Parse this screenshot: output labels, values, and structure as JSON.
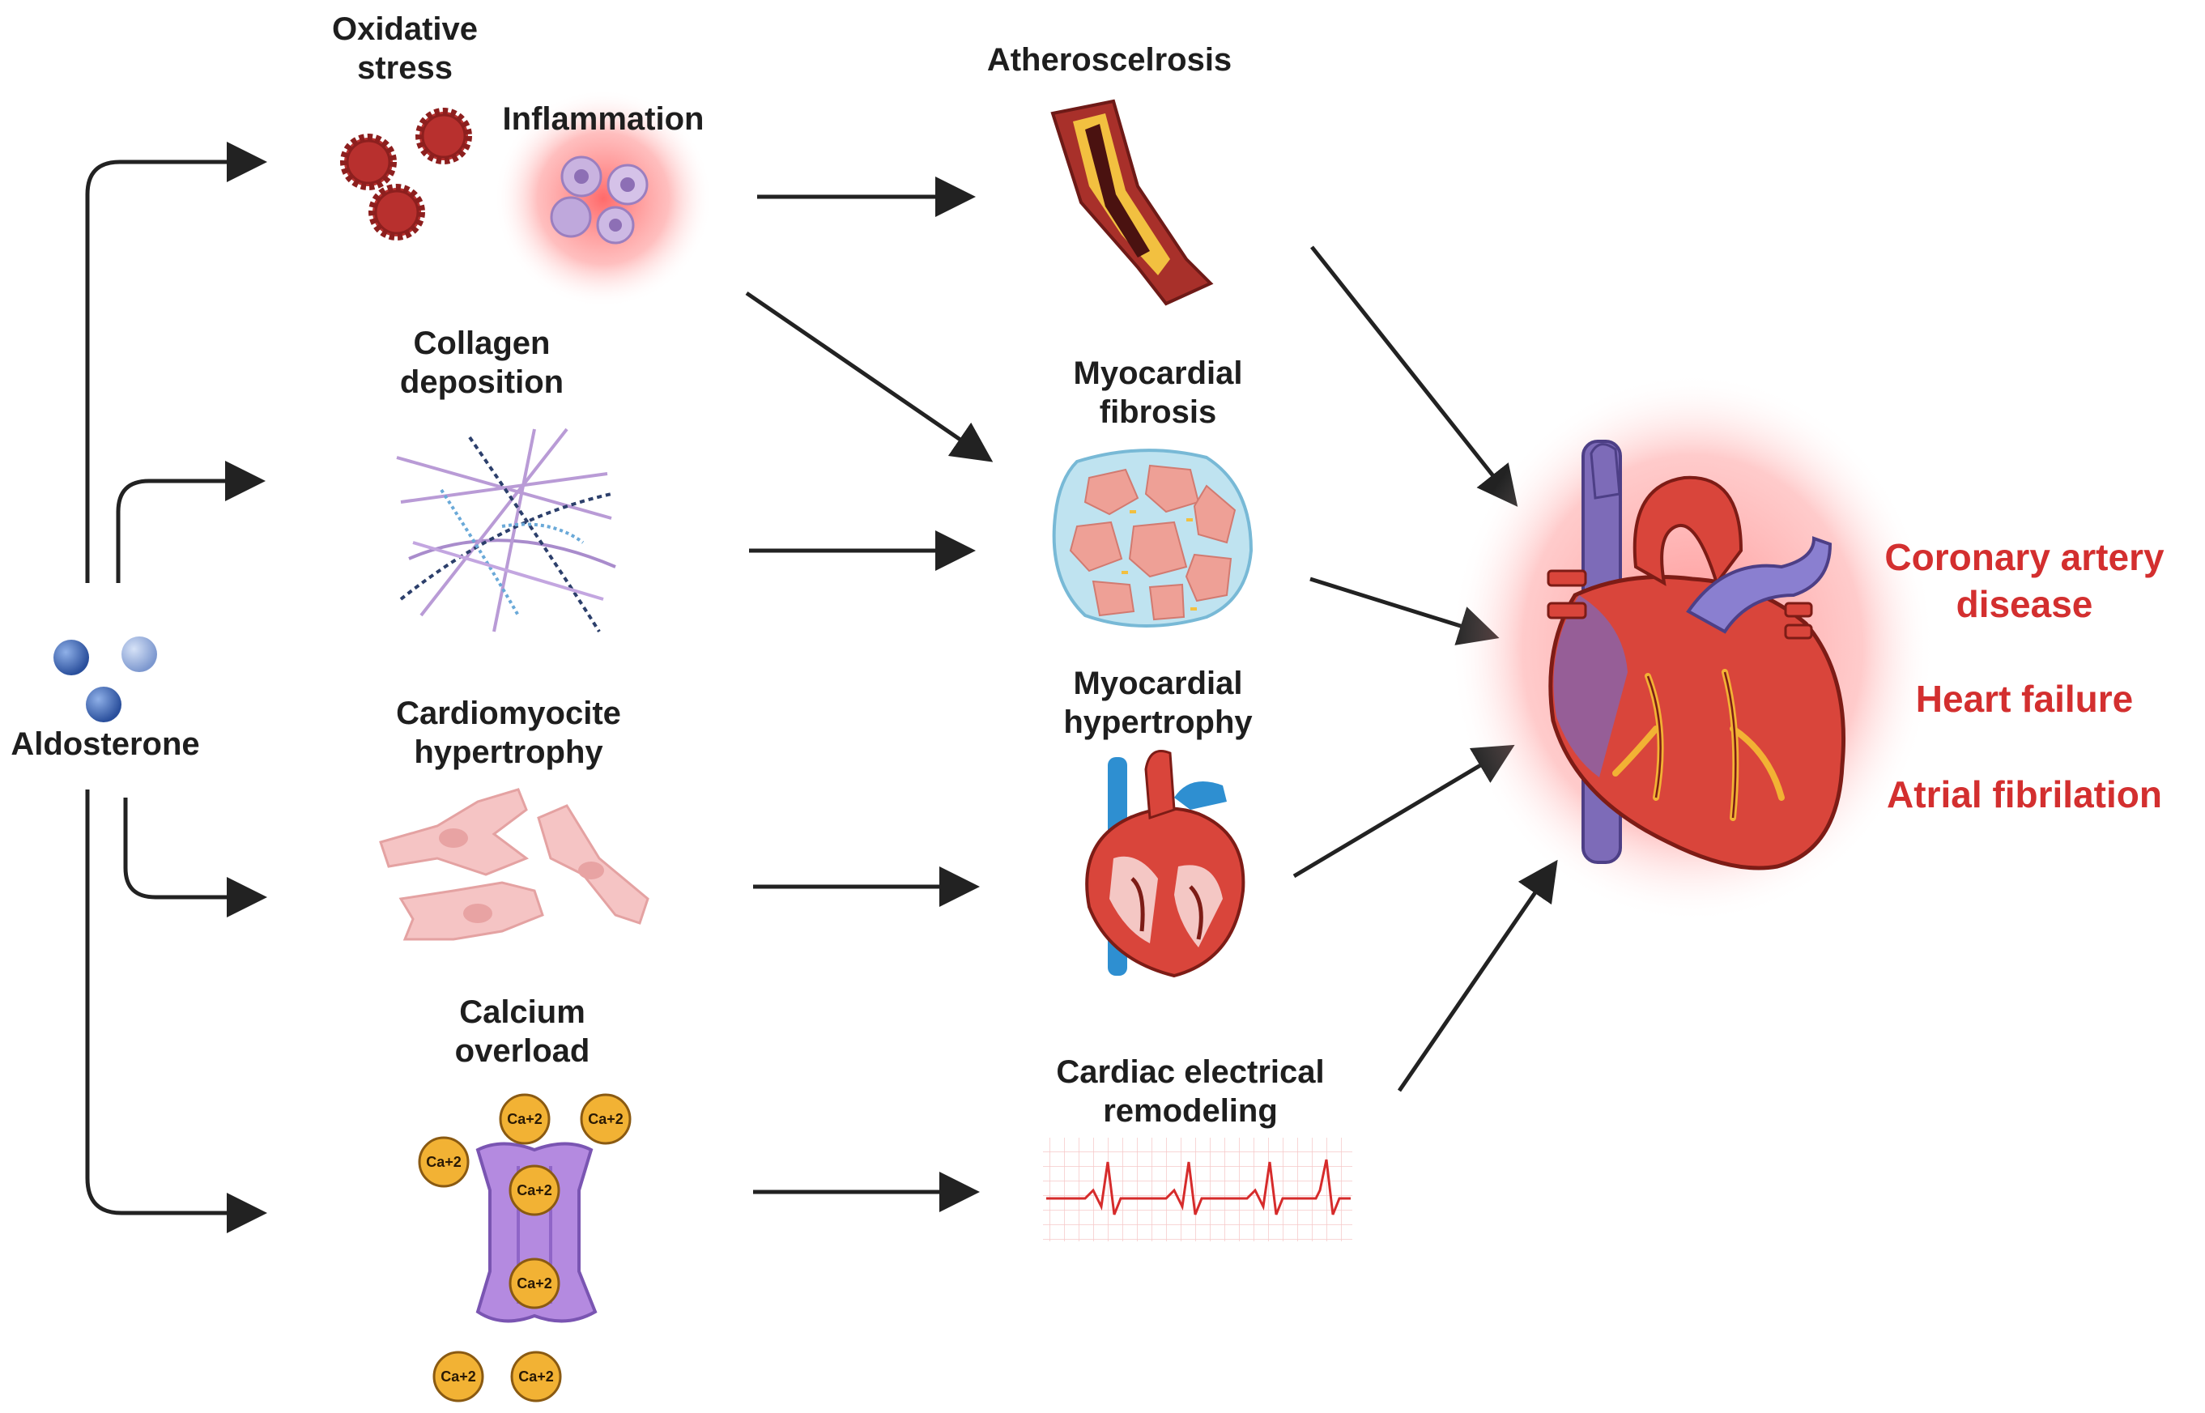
{
  "colors": {
    "arrow": "#222222",
    "outcome_text": "#d32f2f",
    "heart_red": "#e14f45",
    "vessel_purple": "#7d6bb8",
    "vessel_blue": "#2e8fd1",
    "calcium": "#f2b234",
    "channel": "#a878d9",
    "cell_pink": "#f5c4c4",
    "ros_red": "#b8302e"
  },
  "source": {
    "label": "Aldosterone"
  },
  "mechanisms": [
    {
      "id": "oxidative",
      "label": "Oxidative\nstress",
      "icon": "ros-particle-icon"
    },
    {
      "id": "inflammation",
      "label": "Inflammation",
      "icon": "immune-cell-icon"
    },
    {
      "id": "collagen",
      "label": "Collagen\ndeposition",
      "icon": "collagen-fiber-icon"
    },
    {
      "id": "hypertrophy_cell",
      "label": "Cardiomyocite\nhypertrophy",
      "icon": "cardiomyocyte-icon"
    },
    {
      "id": "calcium",
      "label": "Calcium\noverload",
      "icon": "calcium-channel-icon"
    }
  ],
  "calcium_ion": "Ca+2",
  "effects": [
    {
      "id": "athero",
      "label": "Atheroscelrosis",
      "icon": "artery-plaque-icon"
    },
    {
      "id": "fibrosis",
      "label": "Myocardial\nfibrosis",
      "icon": "fibrotic-tissue-icon"
    },
    {
      "id": "myo_hyper",
      "label": "Myocardial\nhypertrophy",
      "icon": "hypertrophic-heart-icon"
    },
    {
      "id": "electrical",
      "label": "Cardiac electrical\nremodeling",
      "icon": "ecg-trace-icon"
    }
  ],
  "outcomes": [
    {
      "label": "Coronary artery\ndisease"
    },
    {
      "label": "Heart failure"
    },
    {
      "label": "Atrial fibrilation"
    }
  ],
  "central_icon": "heart-icon"
}
